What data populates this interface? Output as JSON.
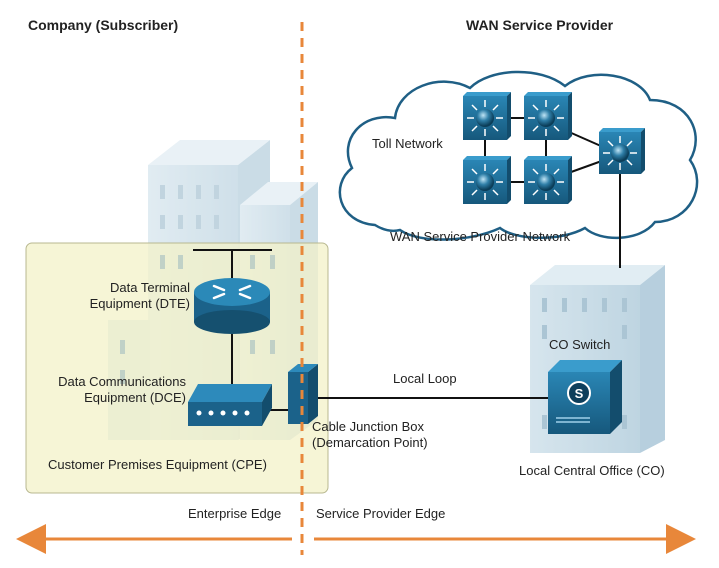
{
  "headers": {
    "left": "Company (Subscriber)",
    "right": "WAN Service Provider"
  },
  "labels": {
    "toll_network": "Toll Network",
    "wan_network": "WAN Service Provider Network",
    "dte_line1": "Data Terminal",
    "dte_line2": "Equipment (DTE)",
    "dce_line1": "Data Communications",
    "dce_line2": "Equipment (DCE)",
    "cpe": "Customer Premises Equipment (CPE)",
    "co_switch": "CO Switch",
    "local_loop": "Local Loop",
    "junction_line1": "Cable Junction Box",
    "junction_line2": "(Demarcation Point)",
    "central_office": "Local Central Office (CO)",
    "enterprise_edge": "Enterprise Edge",
    "provider_edge": "Service Provider Edge"
  },
  "icons": {
    "router": "router-icon",
    "modem": "modem-icon",
    "switch": "co-switch-icon",
    "wan_switch": "wan-switch-icon",
    "cloud": "cloud-icon",
    "building": "building-icon",
    "junction_box": "junction-box-icon"
  },
  "colors": {
    "divider": "#e8873a",
    "arrow": "#e8873a",
    "cpe_fill": "#f3f2c8",
    "device_blue": "#1f6a92",
    "building": "#bcd6e4",
    "cloud_stroke": "#1f5f85"
  }
}
